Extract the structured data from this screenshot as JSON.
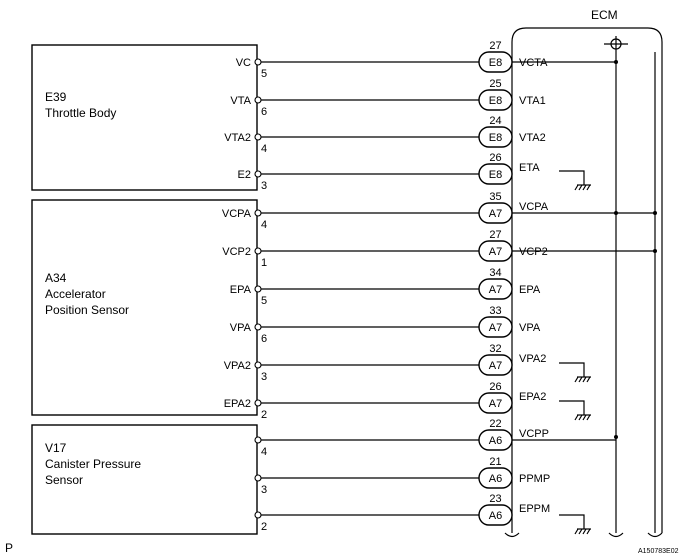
{
  "ecm_label": "ECM",
  "page_letter": "P",
  "figure_code": "A150783E02",
  "components": [
    {
      "id": "throttle",
      "lines": [
        "E39",
        "Throttle Body"
      ]
    },
    {
      "id": "accel",
      "lines": [
        "A34",
        "Accelerator",
        "Position Sensor"
      ]
    },
    {
      "id": "canister",
      "lines": [
        "V17",
        "Canister Pressure",
        "Sensor"
      ]
    }
  ],
  "rows": [
    {
      "sensor_pin": "VC",
      "pin_no": "5",
      "connector": "E8",
      "ecm_pin": "27",
      "signal": "VCTA"
    },
    {
      "sensor_pin": "VTA",
      "pin_no": "6",
      "connector": "E8",
      "ecm_pin": "25",
      "signal": "VTA1"
    },
    {
      "sensor_pin": "VTA2",
      "pin_no": "4",
      "connector": "E8",
      "ecm_pin": "24",
      "signal": "VTA2"
    },
    {
      "sensor_pin": "E2",
      "pin_no": "3",
      "connector": "E8",
      "ecm_pin": "26",
      "signal": "ETA"
    },
    {
      "sensor_pin": "VCPA",
      "pin_no": "4",
      "connector": "A7",
      "ecm_pin": "35",
      "signal": "VCPA"
    },
    {
      "sensor_pin": "VCP2",
      "pin_no": "1",
      "connector": "A7",
      "ecm_pin": "27",
      "signal": "VCP2"
    },
    {
      "sensor_pin": "EPA",
      "pin_no": "5",
      "connector": "A7",
      "ecm_pin": "34",
      "signal": "EPA"
    },
    {
      "sensor_pin": "VPA",
      "pin_no": "6",
      "connector": "A7",
      "ecm_pin": "33",
      "signal": "VPA"
    },
    {
      "sensor_pin": "VPA2",
      "pin_no": "3",
      "connector": "A7",
      "ecm_pin": "32",
      "signal": "VPA2"
    },
    {
      "sensor_pin": "EPA2",
      "pin_no": "2",
      "connector": "A7",
      "ecm_pin": "26",
      "signal": "EPA2"
    },
    {
      "sensor_pin": "",
      "pin_no": "4",
      "connector": "A6",
      "ecm_pin": "22",
      "signal": "VCPP"
    },
    {
      "sensor_pin": "",
      "pin_no": "3",
      "connector": "A6",
      "ecm_pin": "21",
      "signal": "PPMP"
    },
    {
      "sensor_pin": "",
      "pin_no": "2",
      "connector": "A6",
      "ecm_pin": "23",
      "signal": "EPPM"
    }
  ]
}
